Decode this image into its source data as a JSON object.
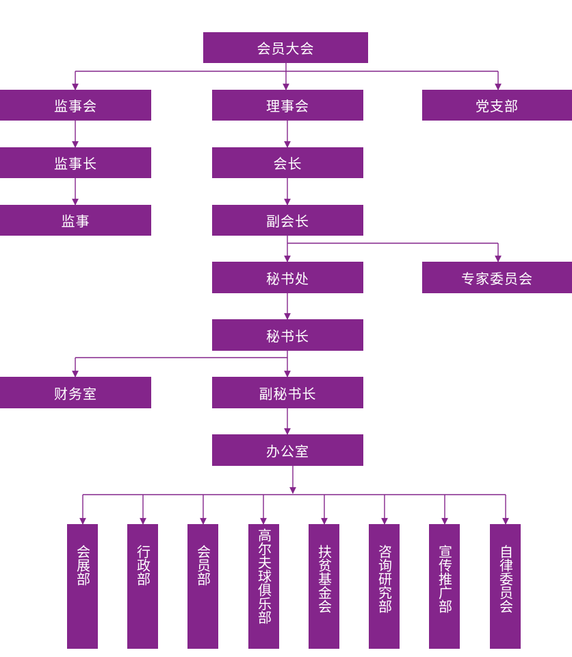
{
  "line_color": "#84258b",
  "box_color": "#84258b",
  "text_color": "#ffffff",
  "nodes": {
    "assembly": "会员大会",
    "supervisory_board": "监事会",
    "council": "理事会",
    "party_branch": "党支部",
    "chief_supervisor": "监事长",
    "president": "会长",
    "supervisor": "监事",
    "vice_president": "副会长",
    "secretariat": "秘书处",
    "expert_committee": "专家委员会",
    "secretary_general": "秘书长",
    "finance_office": "财务室",
    "deputy_secretary_general": "副秘书长",
    "office": "办公室"
  },
  "departments": [
    "会展部",
    "行政部",
    "会员部",
    "高尔夫球俱乐部",
    "扶贫基金会",
    "咨询研究部",
    "宣传推广部",
    "自律委员会"
  ]
}
